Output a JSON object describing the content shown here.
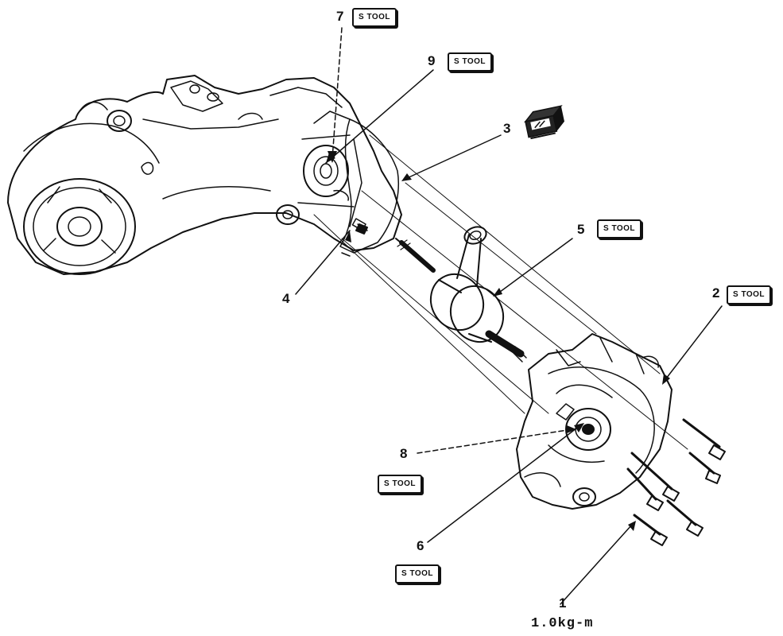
{
  "callouts": {
    "c1": "1",
    "c2": "2",
    "c3": "3",
    "c4": "4",
    "c5": "5",
    "c6": "6",
    "c7": "7",
    "c8": "8",
    "c9": "9"
  },
  "special_tool_label": "S TOOL",
  "torque_value": "1.0kg-m",
  "icons": {
    "grease": "grease-can-icon"
  }
}
